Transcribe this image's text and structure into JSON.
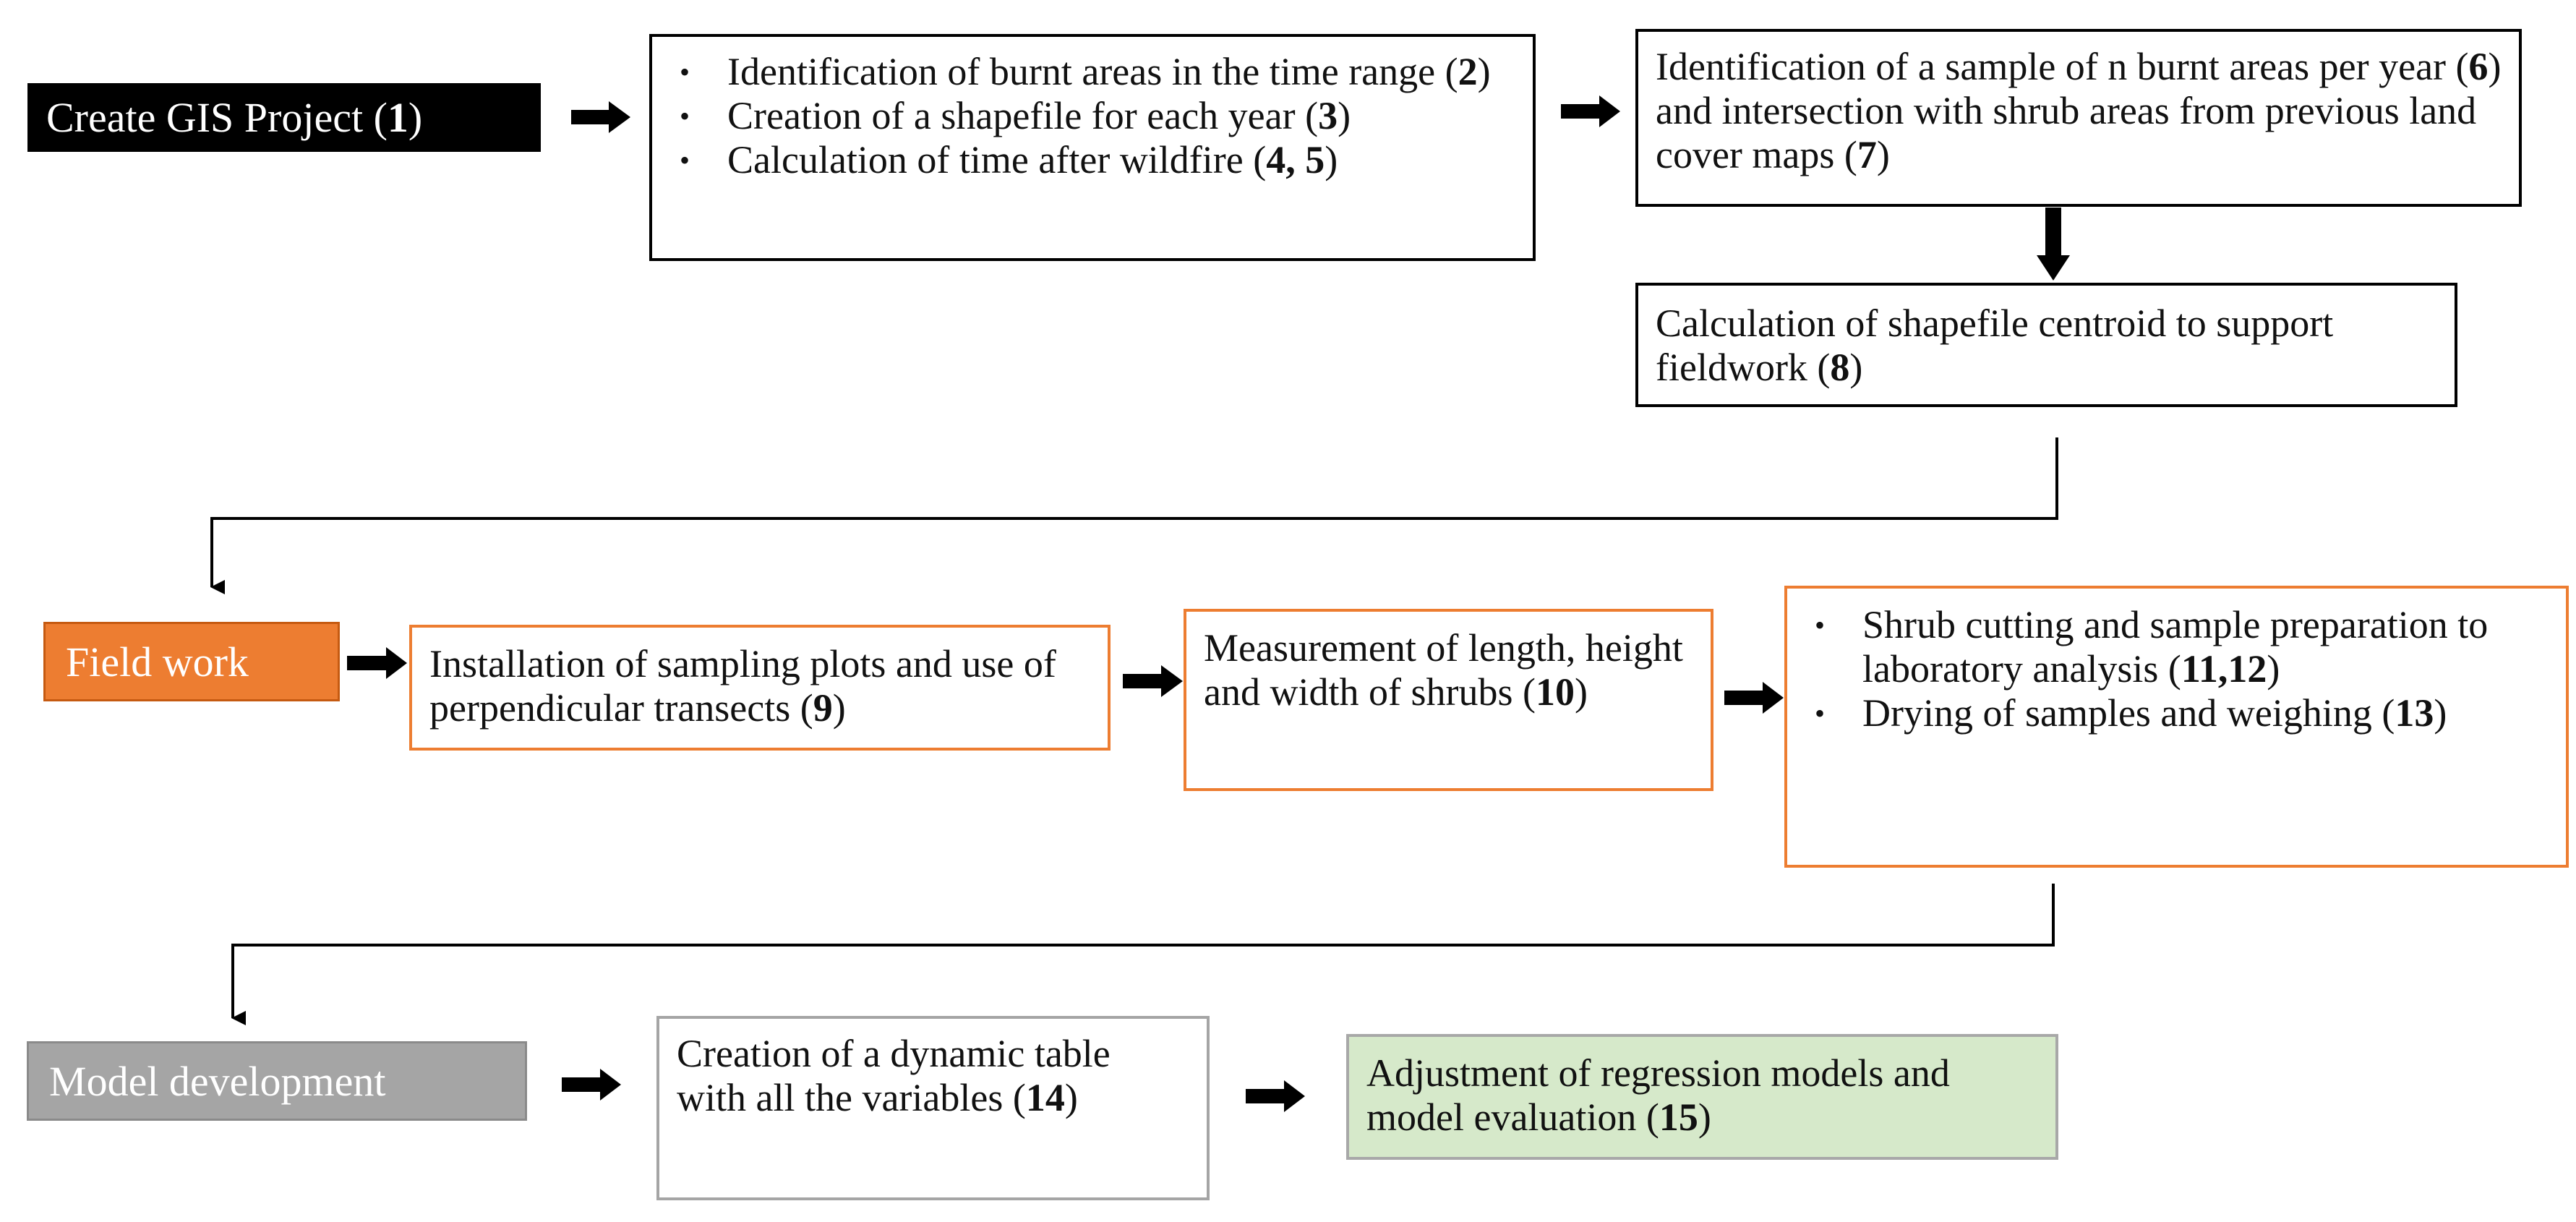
{
  "colors": {
    "black_box": "#000000",
    "orange_fill": "#ED7D31",
    "orange_border": "#ED7D31",
    "grey_fill": "#A5A5A5",
    "grey_border": "#A5A5A5",
    "green_fill": "#D6E9CA",
    "green_border": "#A8A8A8",
    "arrow": "#000000"
  },
  "stage1": {
    "title": {
      "text": "Create GIS Project (",
      "num": "1",
      "close": ")"
    },
    "box_burnt": {
      "items": [
        {
          "text": "Identification of burnt areas in the time range (",
          "num": "2",
          "close": ")"
        },
        {
          "text": "Creation of a shapefile for each year (",
          "num": "3",
          "close": ")"
        },
        {
          "text": "Calculation of time after wildfire (",
          "num": "4, 5",
          "close": ")"
        }
      ]
    },
    "box_sample": {
      "a": "Identification of a sample of n burnt areas per year (",
      "n1": "6",
      "b": ") and intersection with shrub areas from previous land cover maps (",
      "n2": "7",
      "c": ")"
    },
    "box_centroid": {
      "text": "Calculation of shapefile centroid to support fieldwork (",
      "num": "8",
      "close": ")"
    }
  },
  "stage2": {
    "title": "Field work",
    "box_plots": {
      "text": "Installation of sampling plots and use of perpendicular transects (",
      "num": "9",
      "close": ")"
    },
    "box_measure": {
      "text": "Measurement of length, height and width of shrubs (",
      "num": "10",
      "close": ")"
    },
    "box_cutting": {
      "items": [
        {
          "text": "Shrub cutting and sample preparation to laboratory analysis (",
          "num": "11,12",
          "close": ")"
        },
        {
          "text": "Drying of samples and weighing (",
          "num": "13",
          "close": ")"
        }
      ]
    }
  },
  "stage3": {
    "title": "Model development",
    "box_table": {
      "text": "Creation of a dynamic table with all the variables (",
      "num": "14",
      "close": ")"
    },
    "box_regression": {
      "text": "Adjustment of regression models and model evaluation (",
      "num": "15",
      "close": ")"
    }
  }
}
